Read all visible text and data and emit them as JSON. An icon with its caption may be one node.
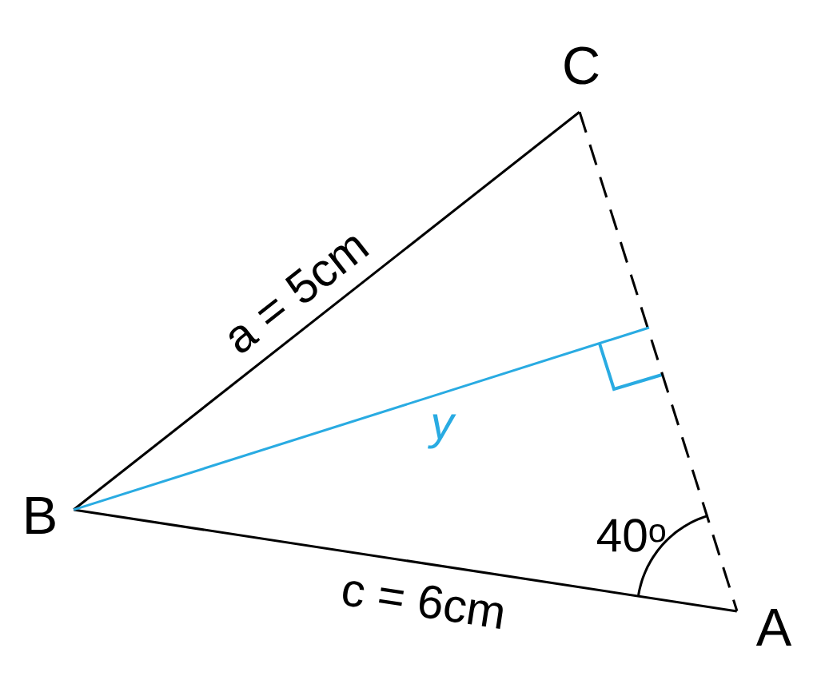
{
  "diagram": {
    "nodes": [
      {
        "text": [
          "C"
        ]
      },
      {
        "text": [
          "B"
        ]
      },
      {
        "text": [
          "A"
        ]
      }
    ],
    "edges": [
      {
        "from": 1,
        "to": 0,
        "arrow": "none",
        "label": "a = 5cm"
      },
      {
        "from": 0,
        "to": 2,
        "arrow": "none",
        "style": "dashed"
      },
      {
        "from": 1,
        "to": 2,
        "arrow": "none",
        "label": "c = 6cm"
      },
      {
        "from": 1,
        "to": null,
        "arrow": "none",
        "label": "y",
        "color": "#29abe2"
      }
    ],
    "labels": [
      "40$^{o}$"
    ]
  }
}
